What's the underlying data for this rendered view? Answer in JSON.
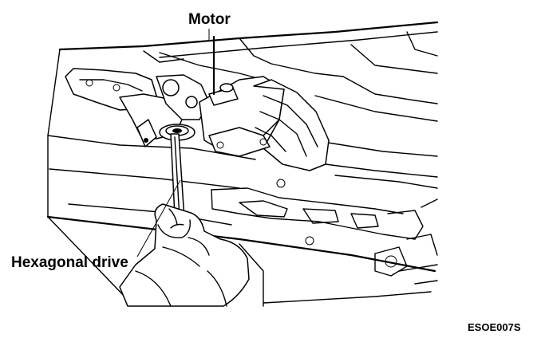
{
  "labels": {
    "motor": "Motor",
    "hexagonal_drive": "Hexagonal drive",
    "figure_code": "ESOE007S"
  }
}
